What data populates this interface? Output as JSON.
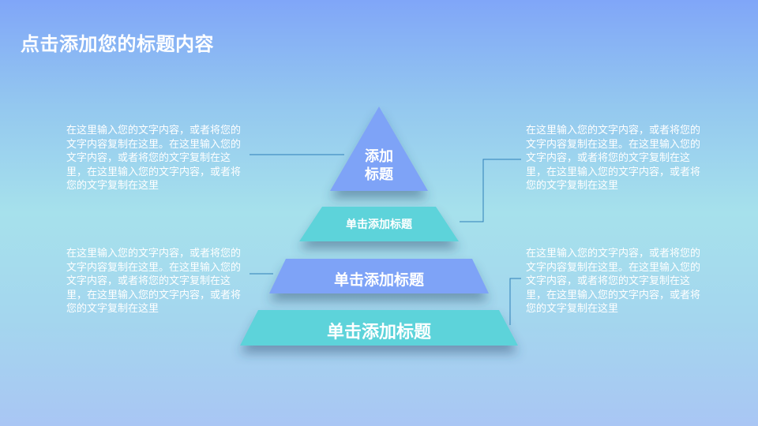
{
  "title": "点击添加您的标题内容",
  "pyramid": {
    "levels": [
      {
        "label_line1": "添加",
        "label_line2": "标题",
        "color": "#7ea3f7"
      },
      {
        "label": "单击添加标题",
        "color": "#5dd3da"
      },
      {
        "label": "单击添加标题",
        "color": "#7ea3f7"
      },
      {
        "label": "单击添加标题",
        "color": "#5dd3da"
      }
    ]
  },
  "descriptions": {
    "top_left": "在这里输入您的文字内容，或者将您的文字内容复制在这里。在这里输入您的文字内容，或者将您的文字复制在这里，在这里输入您的文字内容，或者将您的文字复制在这里",
    "top_right": "在这里输入您的文字内容，或者将您的文字内容复制在这里。在这里输入您的文字内容，或者将您的文字复制在这里，在这里输入您的文字内容，或者将您的文字复制在这里",
    "bottom_left": "在这里输入您的文字内容，或者将您的文字内容复制在这里。在这里输入您的文字内容，或者将您的文字复制在这里，在这里输入您的文字内容，或者将您的文字复制在这里",
    "bottom_right": "在这里输入您的文字内容，或者将您的文字内容复制在这里。在这里输入您的文字内容，或者将您的文字复制在这里，在这里输入您的文字内容，或者将您的文字复制在这里"
  }
}
